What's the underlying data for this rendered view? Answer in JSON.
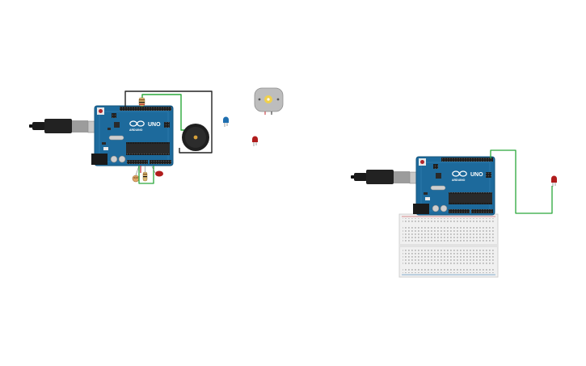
{
  "canvas": {
    "background": "#ffffff"
  },
  "colors": {
    "board": "#1d6a9c",
    "board_dark": "#16557e",
    "chip": "#2a2a2a",
    "wire_green": "#2aa83a",
    "wire_black": "#222222",
    "wire_red": "#c2272d",
    "led_red": "#b01c1c",
    "led_blue": "#1f6fb0",
    "breadboard": "#f0f0f0"
  },
  "boards": [
    {
      "brand": "UNO",
      "model": "ARDUINO"
    },
    {
      "brand": "UNO",
      "model": "ARDUINO"
    }
  ]
}
